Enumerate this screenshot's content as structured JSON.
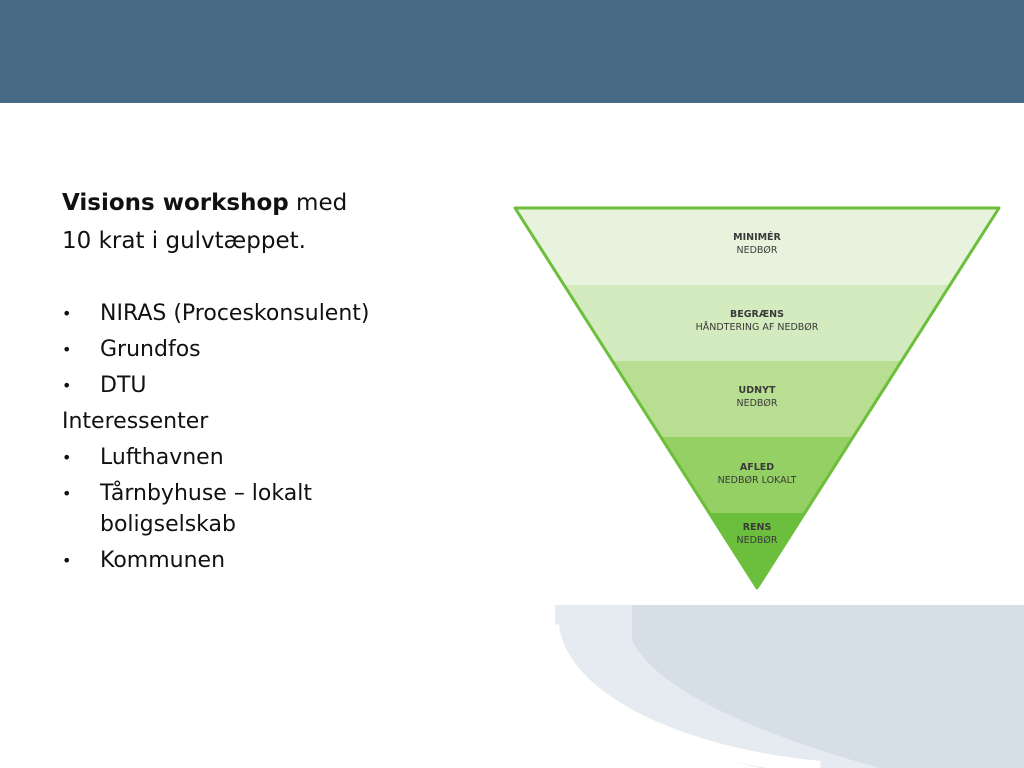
{
  "heading": {
    "bold": "Visions workshop",
    "rest": " med",
    "line2": "10 krat i gulvtæppet."
  },
  "bullets_group1": [
    "NIRAS (Proceskonsulent)",
    "Grundfos",
    "DTU"
  ],
  "subheading": "Interessenter",
  "bullets_group2": [
    {
      "line1": "Lufthavnen"
    },
    {
      "line1": "Tårnbyhuse – lokalt",
      "line2": "boligselskab"
    },
    {
      "line1": "Kommunen"
    }
  ],
  "bullet_glyph": "•",
  "pyramid": {
    "levels": [
      {
        "title": "MINIMÉR",
        "subtitle": "NEDBØR",
        "color": "#e8f3de"
      },
      {
        "title": "BEGRÆNS",
        "subtitle": "HÅNDTERING AF NEDBØR",
        "color": "#d4eabf"
      },
      {
        "title": "UDNYT",
        "subtitle": "NEDBØR",
        "color": "#b8de92"
      },
      {
        "title": "AFLED",
        "subtitle": "NEDBØR LOKALT",
        "color": "#94d064"
      },
      {
        "title": "RENS",
        "subtitle": "NEDBØR",
        "color": "#6cbf3c"
      }
    ],
    "outline_color": "#6cbf3c"
  },
  "colors": {
    "top_bar": "#476a87",
    "swoosh_light": "#e6ebf1",
    "swoosh_mid": "#d6dee7"
  }
}
